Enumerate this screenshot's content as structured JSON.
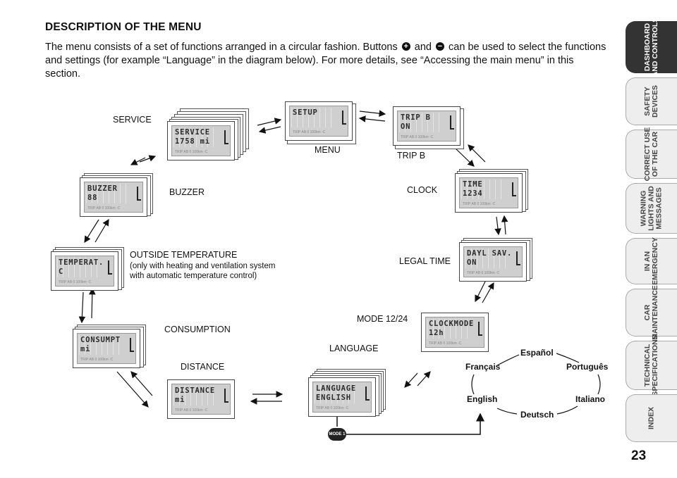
{
  "heading": "DESCRIPTION OF THE MENU",
  "intro": {
    "part1": "The menu consists of a set of functions arranged in a circular fashion. Buttons",
    "plus": "+",
    "and": "and",
    "minus": "−",
    "part2": "can be used to select the functions and settings (for example “Language” in the diagram below). For more details, see “Accessing the main menu” in this section."
  },
  "labels": {
    "service": "SERVICE",
    "menu": "MENU",
    "trip_b": "TRIP B",
    "clock": "CLOCK",
    "buzzer": "BUZZER",
    "outside_temp": "OUTSIDE TEMPERATURE",
    "outside_temp_note1": "(only with heating and ventilation system",
    "outside_temp_note2": "with automatic temperature control)",
    "legal_time": "LEGAL TIME",
    "mode_1224": "MODE 12/24",
    "consumption": "CONSUMPTION",
    "language": "LANGUAGE",
    "distance": "DISTANCE"
  },
  "displays": {
    "setup": {
      "line1": "SETUP",
      "line2": ""
    },
    "service": {
      "line1": "SERVICE",
      "line2": "1758 mi"
    },
    "trip_b": {
      "line1": "TRIP B",
      "line2": "ON"
    },
    "time": {
      "line1": "TIME",
      "line2": "1234"
    },
    "buzzer": {
      "line1": "BUZZER",
      "line2": "88"
    },
    "temperat": {
      "line1": "TEMPERAT.",
      "line2": "C"
    },
    "dayl_sav": {
      "line1": "DAYL SAV.",
      "line2": "ON"
    },
    "clockmode": {
      "line1": "CLOCKMODE",
      "line2": "12h"
    },
    "consumpt": {
      "line1": "CONSUMPT",
      "line2": "mi"
    },
    "distance": {
      "line1": "DISTANCE",
      "line2": "mi"
    },
    "language": {
      "line1": "LANGUAGE",
      "line2": "ENGLISH"
    },
    "footer": "TRIP AB 0 100km ◦C"
  },
  "languages": {
    "espanol": "Español",
    "francais": "Français",
    "portugues": "Português",
    "english": "English",
    "italiano": "Italiano",
    "deutsch": "Deutsch"
  },
  "mode_button": "MODE 1",
  "side_tabs": [
    {
      "label": "DASHBOARD\nAND CONTROLS",
      "active": true
    },
    {
      "label": "SAFETY\nDEVICES",
      "active": false
    },
    {
      "label": "CORRECT USE\nOF THE CAR",
      "active": false
    },
    {
      "label": "WARNING\nLIGHTS AND\nMESSAGES",
      "active": false
    },
    {
      "label": "IN AN\nEMERGENCY",
      "active": false
    },
    {
      "label": "CAR\nMAINTENANCE",
      "active": false
    },
    {
      "label": "TECHNICAL\nSPECIFICATIONS",
      "active": false
    },
    {
      "label": "INDEX",
      "active": false
    }
  ],
  "page_number": "23"
}
